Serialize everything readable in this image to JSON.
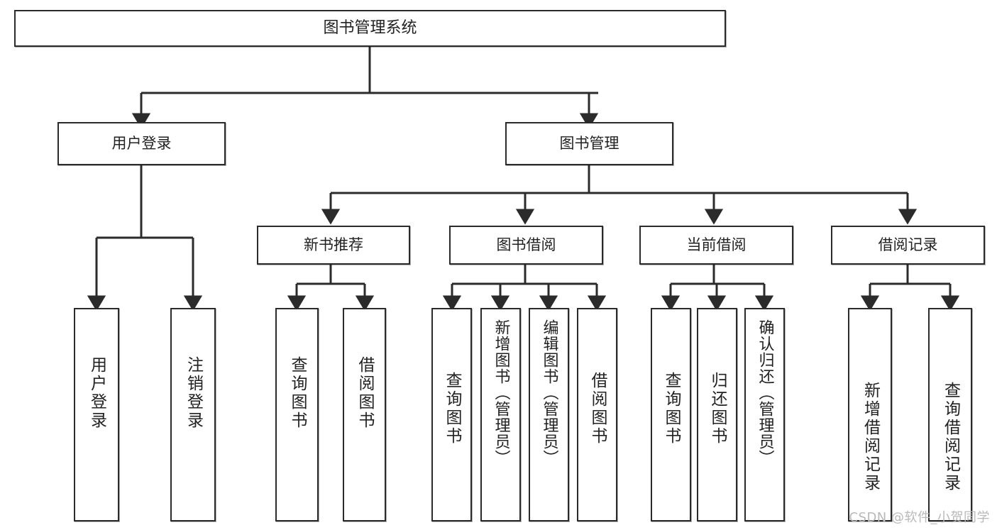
{
  "diagram": {
    "title": "图书管理系统",
    "type": "tree",
    "root": {
      "label": "图书管理系统"
    },
    "level2": [
      {
        "label": "用户登录"
      },
      {
        "label": "图书管理"
      }
    ],
    "level3": [
      {
        "label": "新书推荐"
      },
      {
        "label": "图书借阅"
      },
      {
        "label": "当前借阅"
      },
      {
        "label": "借阅记录"
      }
    ],
    "leaves": {
      "user_login": [
        {
          "label": "用户登录"
        },
        {
          "label": "注销登录"
        }
      ],
      "new_book_recommend": [
        {
          "label": "查询图书"
        },
        {
          "label": "借阅图书"
        }
      ],
      "book_borrow": [
        {
          "label": "查询图书"
        },
        {
          "label": "新增图书（管理员）"
        },
        {
          "label": "编辑图书（管理员）"
        },
        {
          "label": "借阅图书"
        }
      ],
      "current_borrow": [
        {
          "label": "查询图书"
        },
        {
          "label": "归还图书"
        },
        {
          "label": "确认归还（管理员）"
        }
      ],
      "borrow_record": [
        {
          "label": "新增借阅记录"
        },
        {
          "label": "查询借阅记录"
        }
      ]
    }
  },
  "watermark": {
    "text": "CSDN @软件_小贺同学"
  },
  "colors": {
    "stroke": "#2b2b2b",
    "background": "#ffffff",
    "text": "#222222",
    "watermark": "#b9b9b9"
  }
}
